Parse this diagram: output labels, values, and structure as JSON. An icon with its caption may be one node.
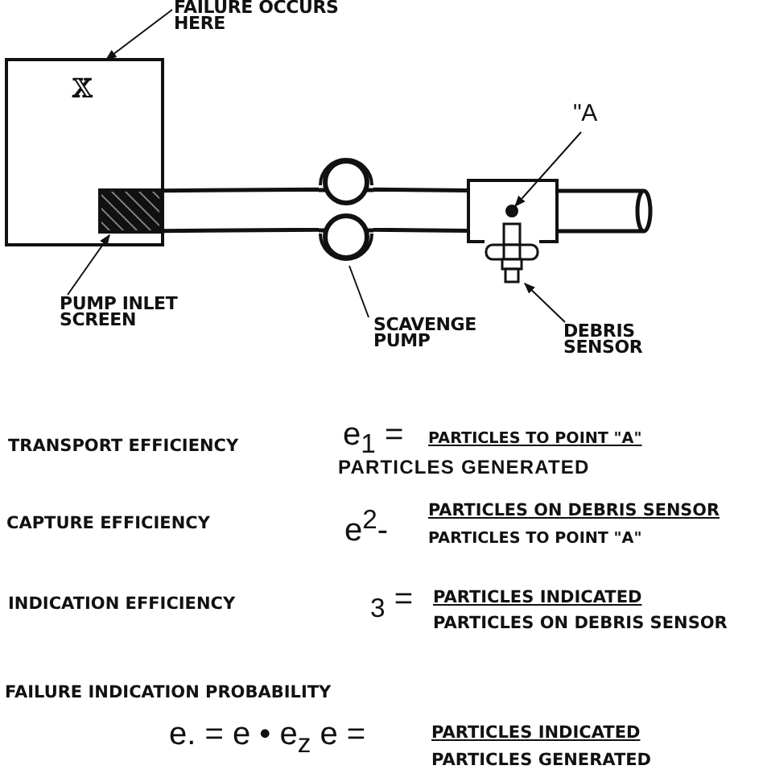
{
  "diagram": {
    "nodes": [
      {
        "text": [
          "FAILURE OCCURS HERE"
        ]
      },
      {
        "text": [
          "X"
        ]
      },
      {
        "text": [],
        "shape": "box",
        "in": 1
      },
      {
        "text": [],
        "shape": "picture"
      },
      {
        "text": [
          "\"A"
        ]
      },
      {
        "text": [],
        "shape": "box"
      },
      {
        "text": [],
        "shape": "circle",
        "in": 5
      },
      {
        "text": [],
        "shape": "picture"
      },
      {
        "text": [
          "PUMP INLET SCREEN"
        ]
      },
      {
        "text": [
          "SCAVENGE PUMP"
        ]
      },
      {
        "text": [
          "DEBRIS SENSOR"
        ]
      }
    ],
    "edges": [
      {
        "from": 0,
        "to": 1,
        "arrow": "to"
      },
      {
        "from": 8,
        "to": 2,
        "arrow": "to"
      },
      {
        "from": 9,
        "to": 3,
        "arrow": "none"
      },
      {
        "from": 4,
        "to": 6,
        "arrow": "to"
      },
      {
        "from": 10,
        "to": 7,
        "arrow": "to"
      },
      {
        "from": 2,
        "to": 3,
        "arrow": "none",
        "style": "thick"
      },
      {
        "from": 3,
        "to": 5,
        "arrow": "none",
        "style": "thick"
      },
      {
        "from": 5,
        "to": null,
        "arrow": "none",
        "style": "thick"
      }
    ],
    "labels": [
      "TRANSPORT EFFICIENCY",
      "e$_{1}$ =",
      "PARTICLES TO POINT \"A\"",
      "PARTICLES GENERATED",
      "CAPTURE EFFICIENCY",
      "e$^{2}$-",
      "PARTICLES ON DEBRIS SENSOR",
      "PARTICLES TO POINT \"A\"",
      "INDICATION EFFICIENCY",
      "$_{3}$ =",
      "PARTICLES INDICATED",
      "PARTICLES ON DEBRIS SENSOR",
      "FAILURE INDICATION PROBABILITY",
      "e. = e • e$_{z}$ e =",
      "PARTICLES INDICATED",
      "PARTICLES GENERATED"
    ]
  }
}
